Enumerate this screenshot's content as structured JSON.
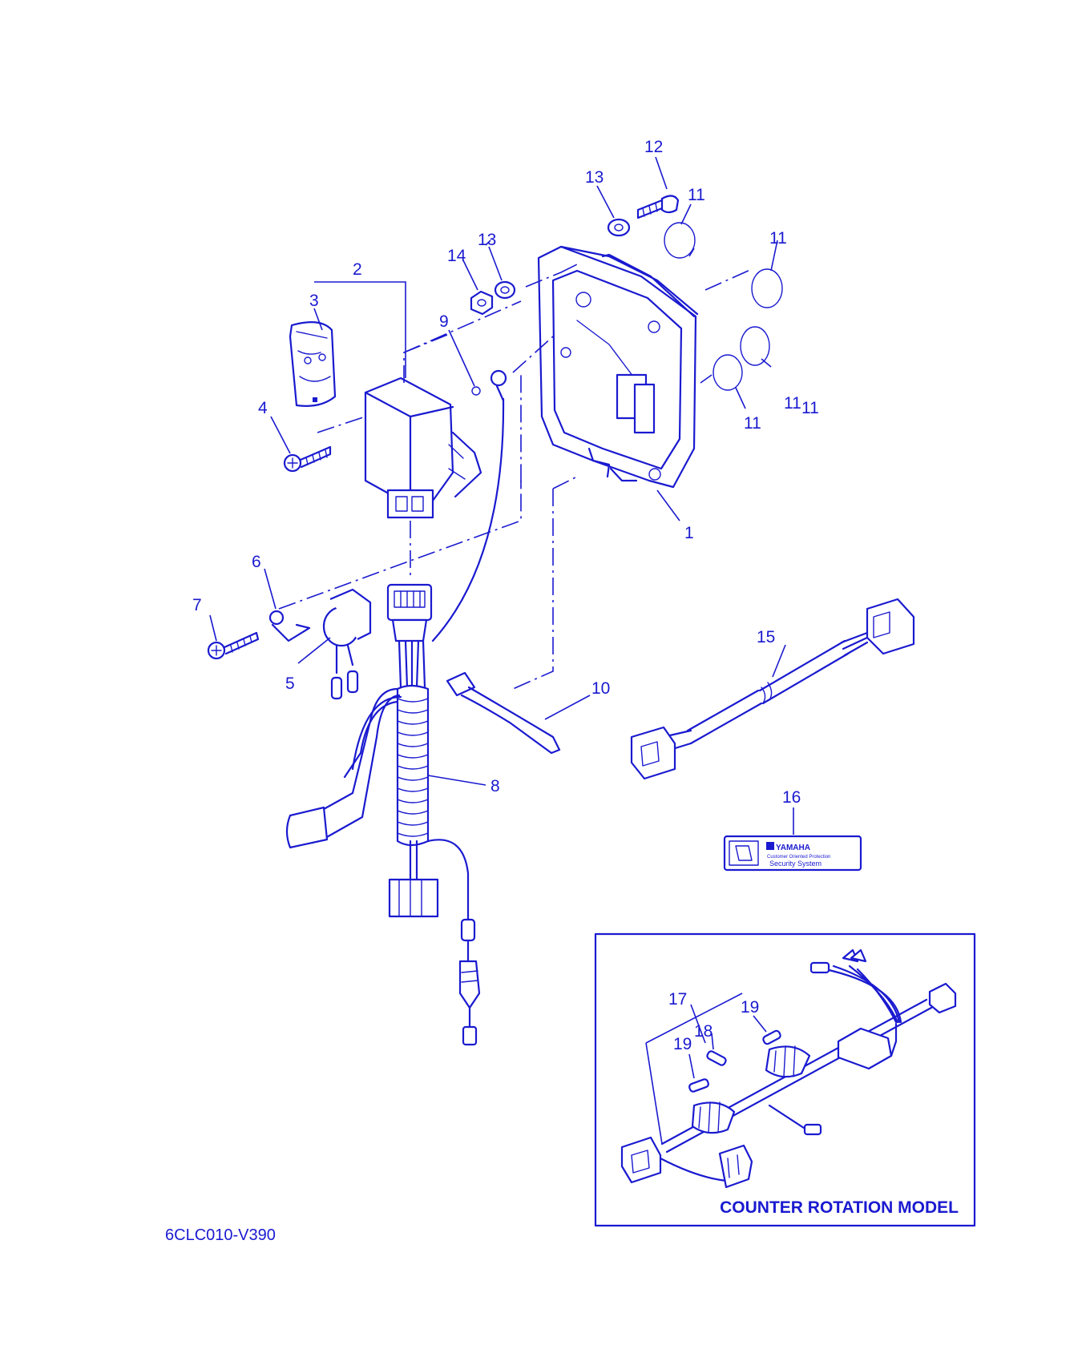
{
  "colors": {
    "line": "#1a1ad0",
    "background": "#ffffff"
  },
  "callouts": [
    "1",
    "2",
    "3",
    "4",
    "5",
    "6",
    "7",
    "8",
    "9",
    "10",
    "11",
    "11",
    "11",
    "11",
    "11",
    "12",
    "13",
    "13",
    "14",
    "15",
    "16",
    "17",
    "18",
    "19",
    "19"
  ],
  "label_sticker": {
    "brand": "YAMAHA",
    "line1": "Customer Oriented Protection",
    "line2": "Security System"
  },
  "inset": {
    "title": "COUNTER ROTATION MODEL"
  },
  "diagram_code": "6CLC010-V390"
}
